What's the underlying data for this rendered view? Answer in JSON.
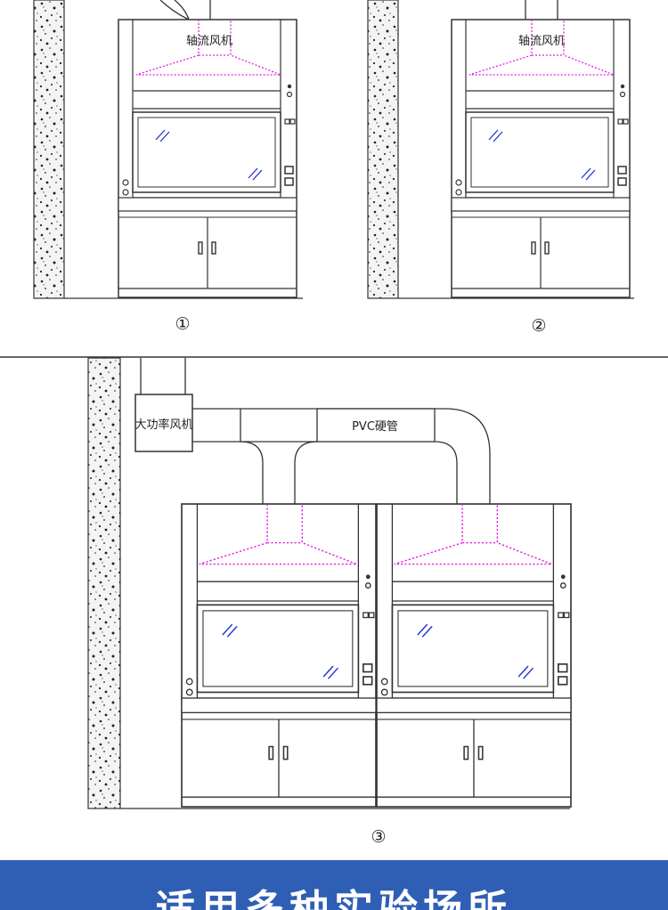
{
  "diagram1": {
    "fan_label": "轴流风机",
    "number": "①"
  },
  "diagram2": {
    "fan_label": "轴流风机",
    "number": "②"
  },
  "diagram3": {
    "fan_label": "大功率风机",
    "pipe_label": "PVC硬管",
    "number": "③"
  },
  "banner": {
    "text": "适用多种实验场所",
    "color": "#2f5fb5"
  },
  "colors": {
    "line": "#333333",
    "hood_outline": "#e020e0",
    "glass_mark": "#2233cc",
    "wall_fill": "#f2f2f2"
  }
}
